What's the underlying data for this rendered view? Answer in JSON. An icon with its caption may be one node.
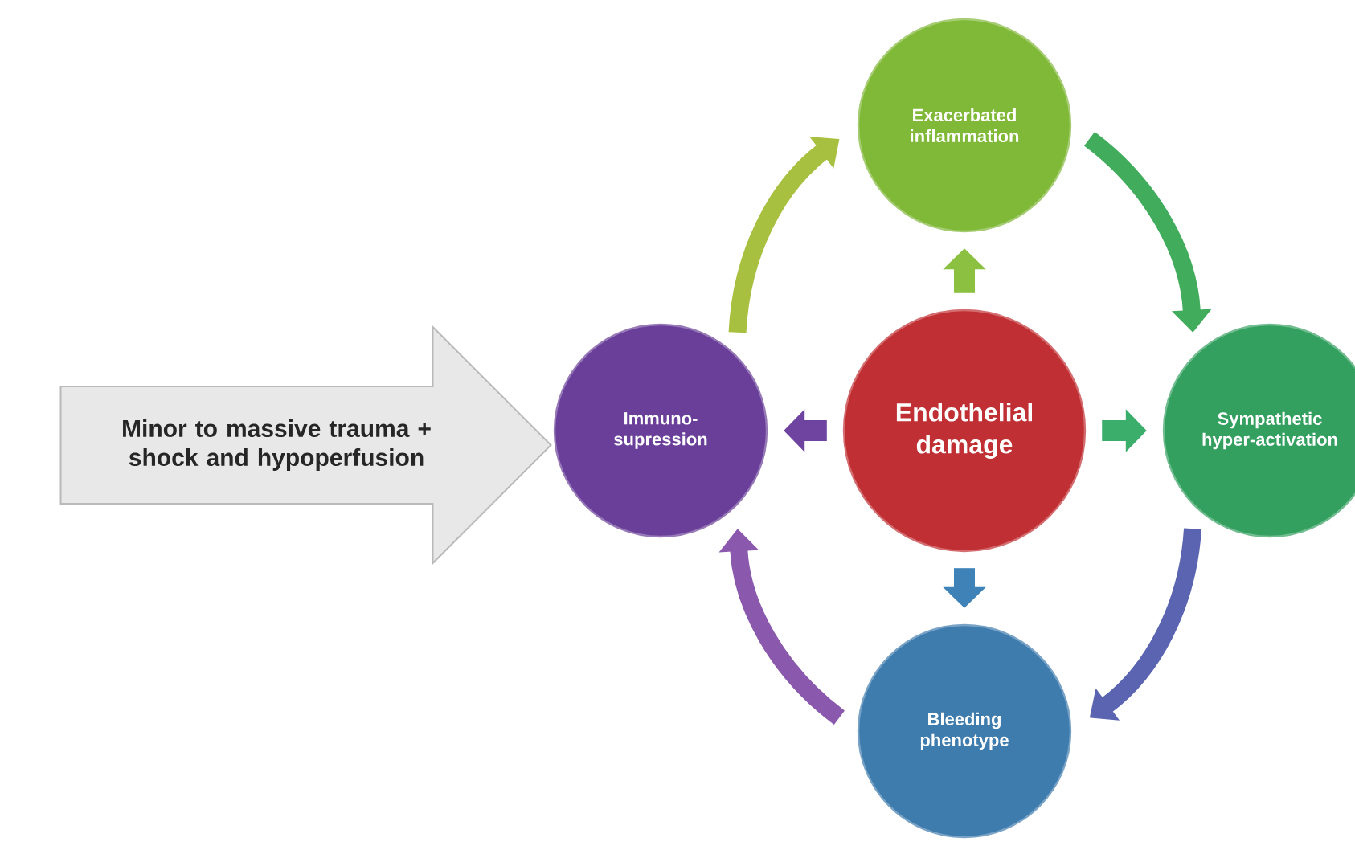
{
  "diagram": {
    "nodes": [
      {
        "text": [
          "Minor to massive trauma + shock and hypoperfusion"
        ]
      },
      {
        "text": [
          "Exacerbated inflammation"
        ]
      },
      {
        "text": [
          "Immuno-supression"
        ]
      },
      {
        "text": [
          "Endothelial damage"
        ]
      },
      {
        "text": [
          "Sympathetic hyper-activation"
        ]
      },
      {
        "text": [
          "Bleeding phenotype"
        ]
      }
    ],
    "edges": [
      {
        "from": 3,
        "to": 1,
        "arrow": "to",
        "color": "#8cc040"
      },
      {
        "from": 3,
        "to": 2,
        "arrow": "to",
        "color": "#6e44a0"
      },
      {
        "from": 3,
        "to": 4,
        "arrow": "to",
        "color": "#3cae6c"
      },
      {
        "from": 3,
        "to": 5,
        "arrow": "to",
        "color": "#3f82b8"
      },
      {
        "from": 2,
        "to": 1,
        "arrow": "to",
        "color": "#a8c040"
      },
      {
        "from": 1,
        "to": 4,
        "arrow": "to",
        "color": "#40ac5c"
      },
      {
        "from": 4,
        "to": 5,
        "arrow": "to",
        "color": "#5a64b0"
      },
      {
        "from": 5,
        "to": 2,
        "arrow": "to",
        "color": "#8a58ac"
      }
    ]
  }
}
